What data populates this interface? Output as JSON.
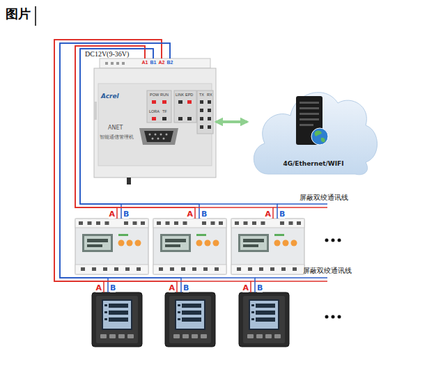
{
  "diagram": {
    "title": "图片",
    "nodes": [
      {
        "text": [
          "Acrel",
          "ANET",
          "智能通信管理机"
        ]
      },
      {
        "text": [
          "4G/Ethernet/WIFI"
        ]
      },
      {
        "text": [
          "A",
          "B"
        ]
      },
      {
        "text": [
          "A",
          "B"
        ]
      },
      {
        "text": [
          "A",
          "B"
        ]
      },
      {
        "text": [
          "A",
          "B"
        ]
      },
      {
        "text": [
          "A",
          "B"
        ]
      },
      {
        "text": [
          "A",
          "B"
        ]
      }
    ],
    "edges": [
      {
        "from": 0,
        "to": 1,
        "arrow": "both"
      },
      {
        "from": 0,
        "to": 2,
        "arrow": "none"
      },
      {
        "from": 0,
        "to": 3,
        "arrow": "none"
      },
      {
        "from": 0,
        "to": 4,
        "arrow": "none"
      },
      {
        "from": 0,
        "to": 5,
        "arrow": "none"
      },
      {
        "from": 0,
        "to": 6,
        "arrow": "none"
      },
      {
        "from": 0,
        "to": 7,
        "arrow": "none"
      }
    ],
    "labels": [
      "DC12V(9-36V)",
      "A1",
      "B1",
      "A2",
      "B2",
      "POW",
      "RUN",
      "LORA",
      "TF",
      "LINK",
      "EPD",
      "TX",
      "RX",
      "屏蔽双绞通讯线",
      "屏蔽双绞通讯线"
    ]
  }
}
